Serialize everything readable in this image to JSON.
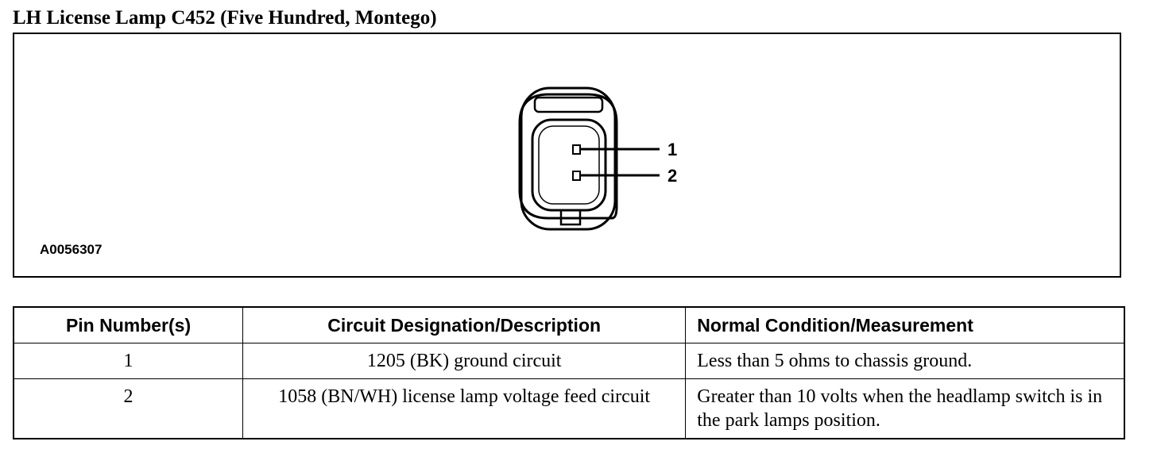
{
  "title": "LH License Lamp C452 (Five Hundred, Montego)",
  "figure": {
    "id": "A0056307",
    "pin_labels": [
      "1",
      "2"
    ]
  },
  "table": {
    "headers": [
      "Pin Number(s)",
      "Circuit Designation/Description",
      "Normal Condition/Measurement"
    ],
    "rows": [
      {
        "pin": "1",
        "circuit": "1205 (BK) ground circuit",
        "condition": "Less than 5 ohms to chassis ground."
      },
      {
        "pin": "2",
        "circuit": "1058 (BN/WH) license lamp voltage feed circuit",
        "condition": "Greater than 10 volts when the headlamp switch is in the park lamps position."
      }
    ]
  }
}
